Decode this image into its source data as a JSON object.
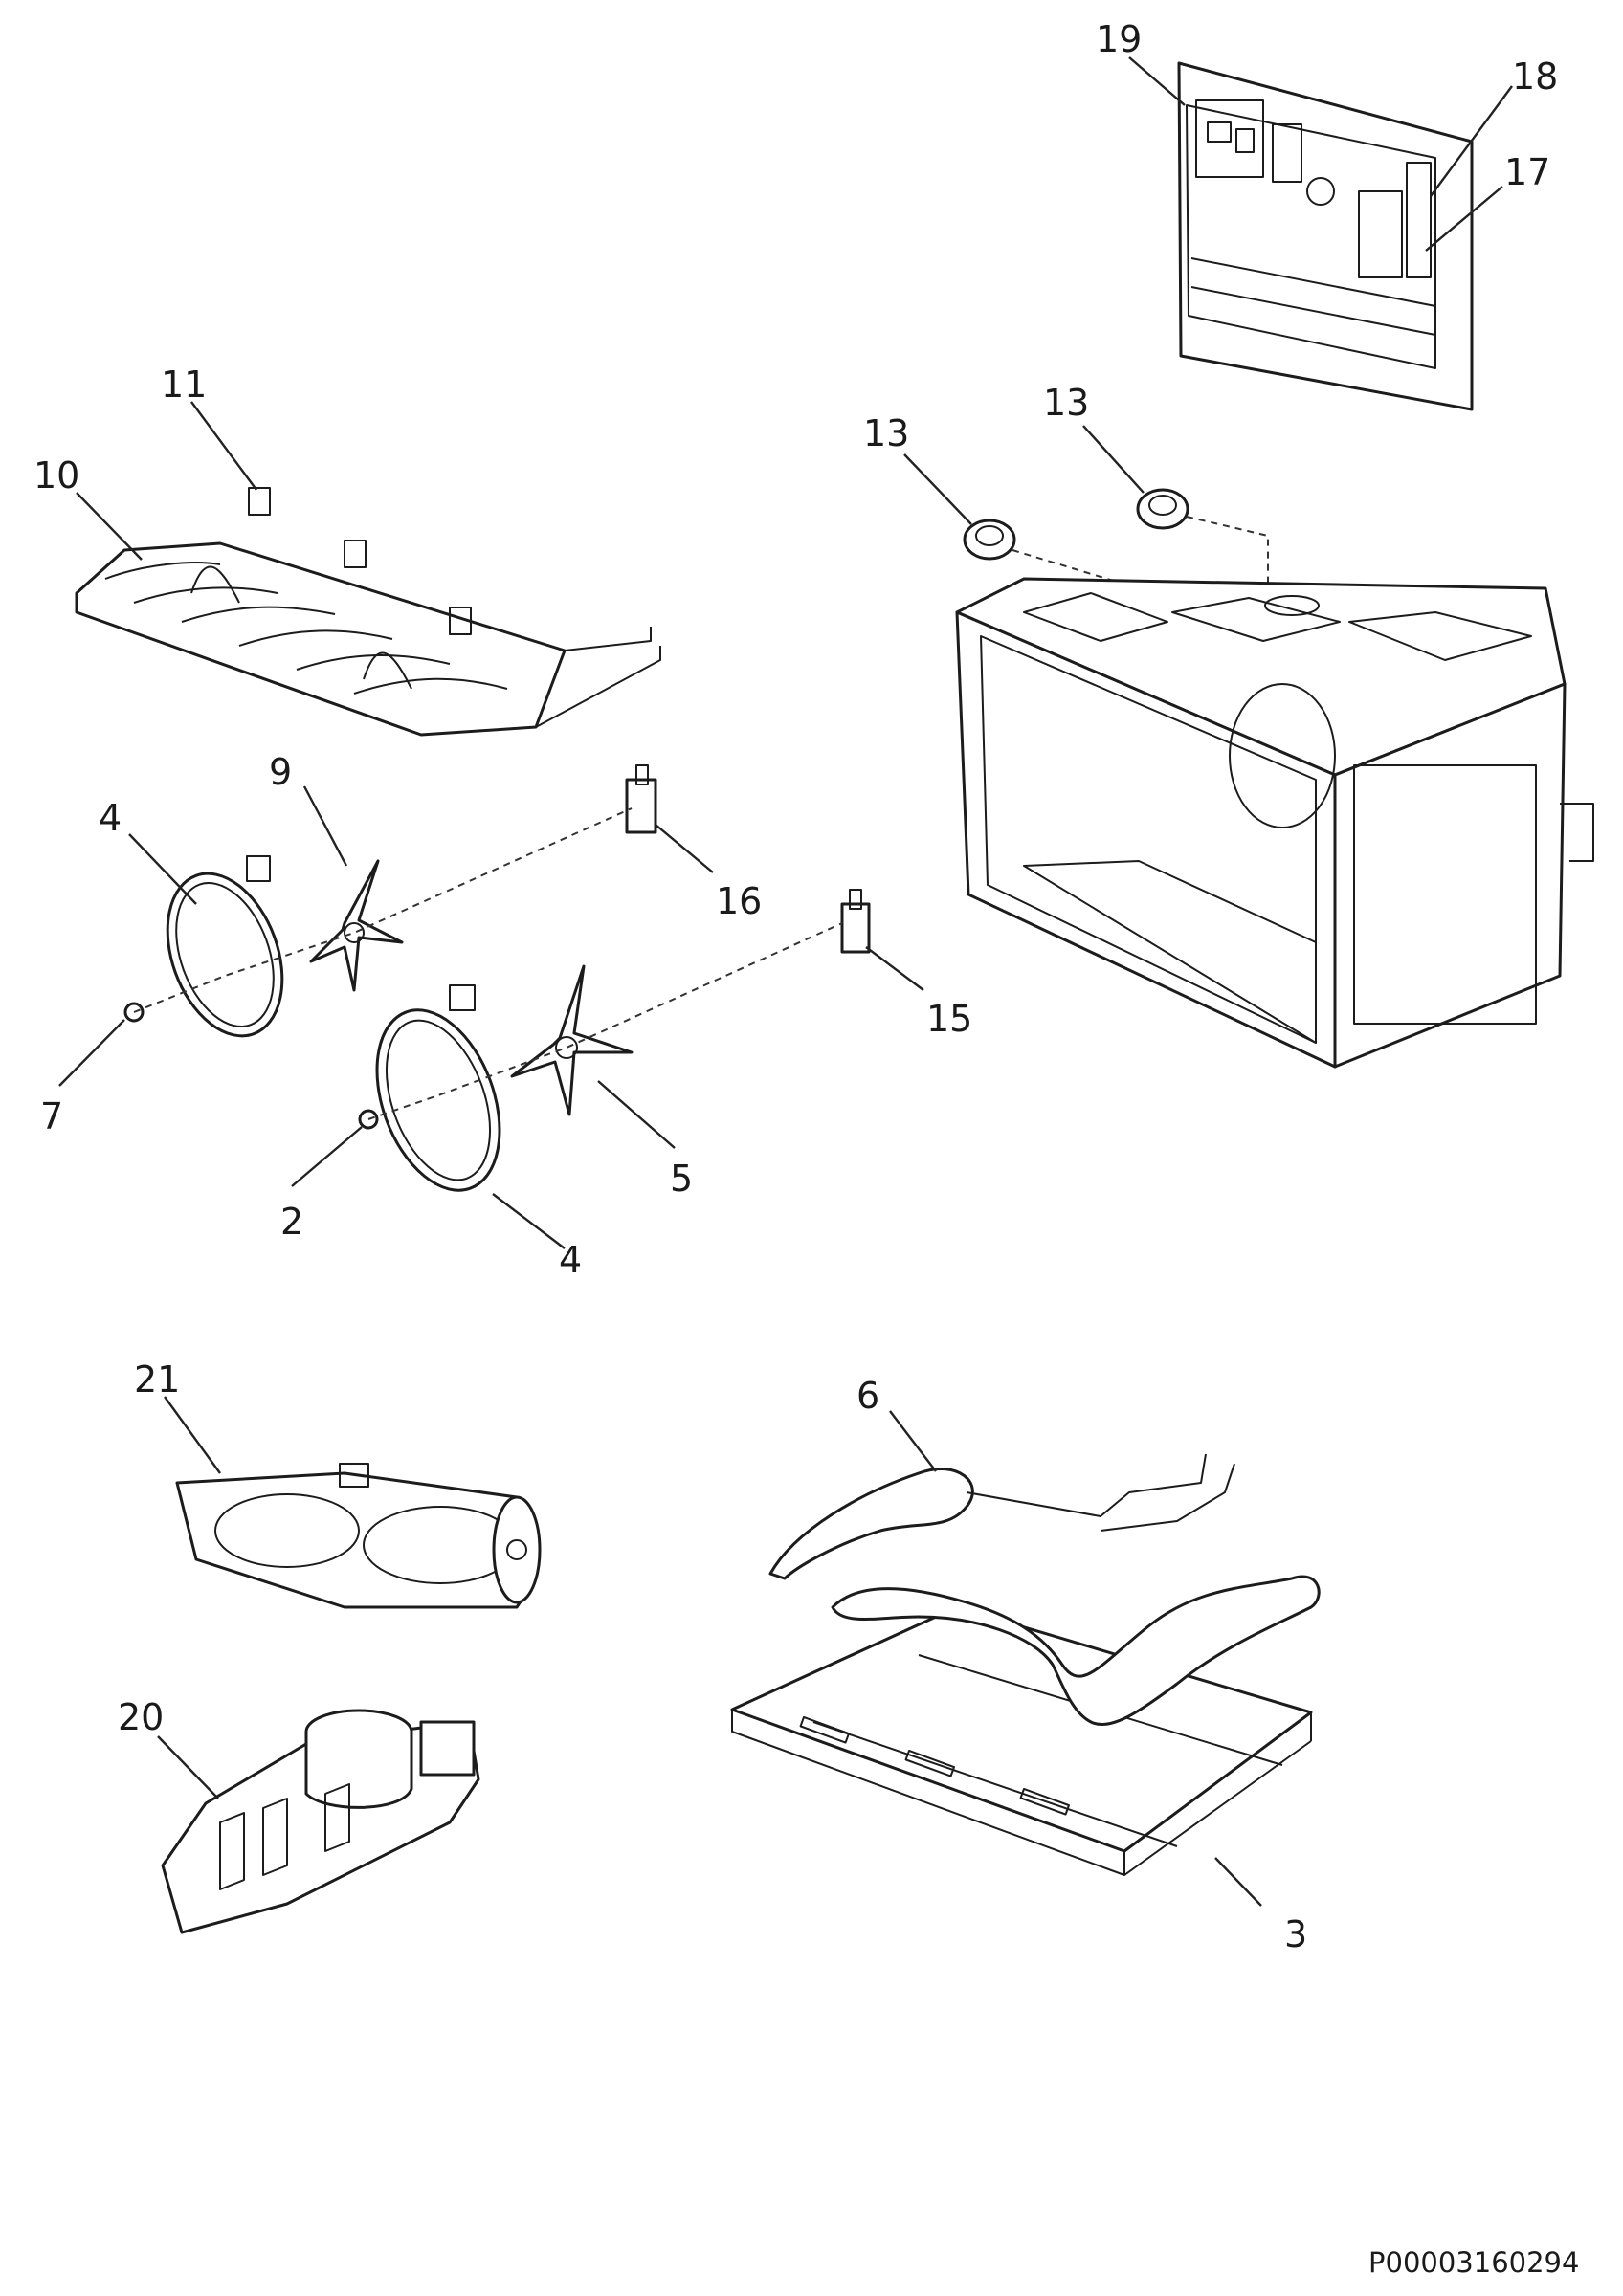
{
  "callouts": {
    "c19": "19",
    "c18": "18",
    "c17": "17",
    "c13a": "13",
    "c13b": "13",
    "c11": "11",
    "c10": "10",
    "c9": "9",
    "c4a": "4",
    "c16": "16",
    "c15": "15",
    "c7": "7",
    "c2": "2",
    "c4b": "4",
    "c5": "5",
    "c21": "21",
    "c6": "6",
    "c20": "20",
    "c3": "3"
  },
  "footer": {
    "drawing_code": "P00003160294"
  },
  "colors": {
    "line": "#1c1c1c",
    "background": "#ffffff",
    "fill": "#ffffff"
  }
}
